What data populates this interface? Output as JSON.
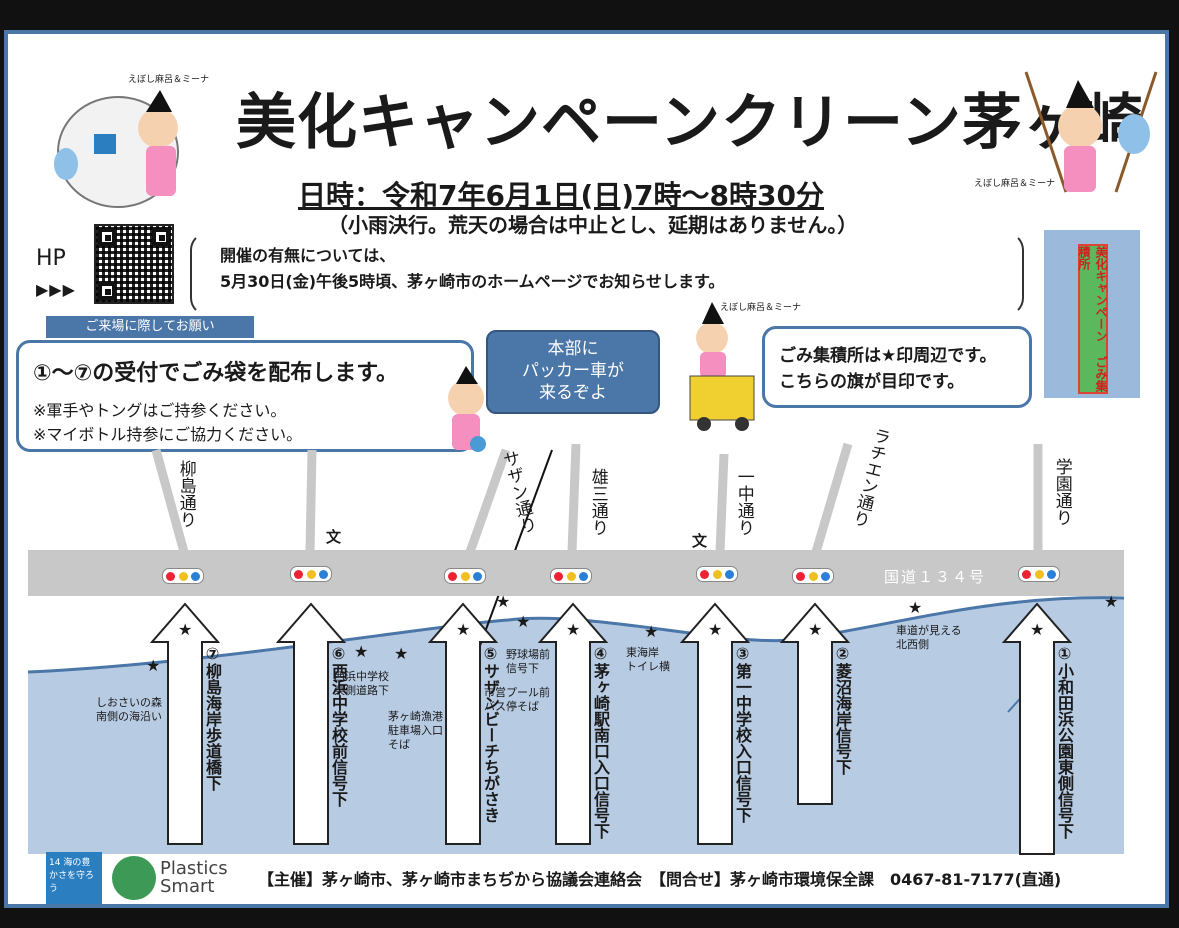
{
  "title": "美化キャンペーンクリーン茅ヶ崎",
  "datetime": "日時：令和7年6月1日(日)7時～8時30分",
  "rain_note": "（小雨決行。荒天の場合は中止とし、延期はありません。）",
  "hp": {
    "label": "HP",
    "arrows": "▶▶▶"
  },
  "notice": {
    "line1": "開催の有無については、",
    "line2": "5月30日(金)午後5時頃、茅ヶ崎市のホームページでお知らせします。"
  },
  "request_tab": "ご来場に際してお願い",
  "request": {
    "main": "①～⑦の受付でごみ袋を配布します。",
    "sub1": "※軍手やトングはご持参ください。",
    "sub2": "※マイボトル持参にご協力ください。"
  },
  "hq": {
    "line1": "本部に",
    "line2": "パッカー車が",
    "line3": "来るぞよ"
  },
  "collection": {
    "line1": "ごみ集積所は★印周辺です。",
    "line2": "こちらの旗が目印です。"
  },
  "banner_text": "美化キャンペーン ごみ集積所",
  "character_names": "えぼし麻呂＆ミーナ",
  "road_name": "国道１３４号",
  "streets": [
    "柳島通り",
    "サザン通り",
    "雄三通り",
    "一中通り",
    "ラチエン通り",
    "学園通り"
  ],
  "school_mark": "文",
  "gates": [
    {
      "num": "⑦",
      "name": "柳島海岸歩道橋下"
    },
    {
      "num": "⑥",
      "name": "西浜中学校前信号下"
    },
    {
      "num": "⑤",
      "name": "サザンビーチちがさき"
    },
    {
      "num": "④",
      "name": "茅ヶ崎駅南口入口信号下"
    },
    {
      "num": "③",
      "name": "第一中学校入口信号下"
    },
    {
      "num": "②",
      "name": "菱沼海岸信号下"
    },
    {
      "num": "①",
      "name": "小和田浜公園東側信号下"
    }
  ],
  "markers": {
    "oasai": [
      "しおさいの森",
      "南側の海沿い"
    ],
    "nishihama": [
      "西浜中学校",
      "東側道路下"
    ],
    "gyoko": [
      "茅ヶ崎漁港",
      "駐車場入口",
      "そば"
    ],
    "pool": [
      "市営プール前",
      "バス停そば"
    ],
    "yakyu": [
      "野球場前",
      "信号下"
    ],
    "toilet": [
      "東海岸",
      "トイレ横"
    ],
    "kuruma": [
      "車道が見える",
      "北西側"
    ]
  },
  "sdg14": "14 海の豊かさを守ろう",
  "plastics": [
    "Plastics",
    "Smart"
  ],
  "footer": "【主催】茅ヶ崎市、茅ヶ崎市まちぢから協議会連絡会　【問合せ】茅ヶ崎市環境保全課　0467-81-7177(直通)",
  "colors": {
    "frame": "#4a76a8",
    "sea": "#b7cbe3",
    "road": "#c8c8c8"
  }
}
